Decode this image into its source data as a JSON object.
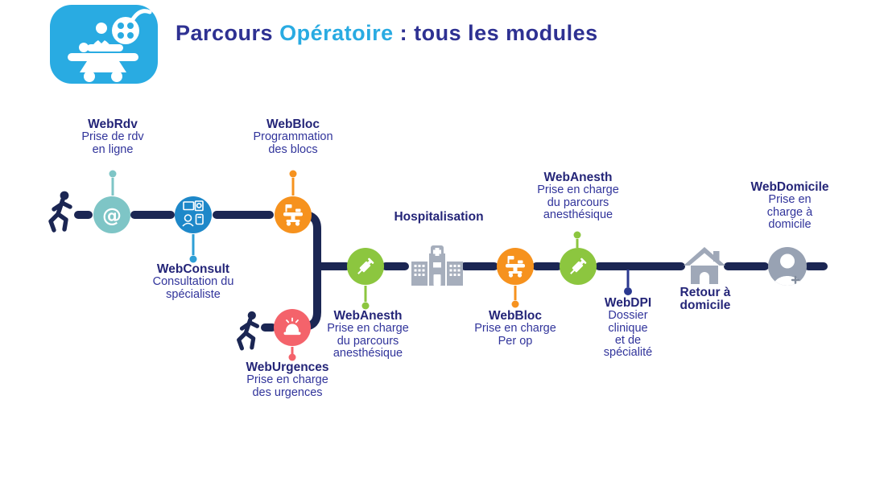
{
  "header": {
    "title": {
      "part1": "Parcours",
      "part2": "Opératoire",
      "part3": ": tous les modules"
    },
    "logo_icon": "operating-table-logo",
    "logo_color": "#29ABE2"
  },
  "palette": {
    "line_navy": "#1B2653",
    "module_name_navy": "#242578",
    "description_indigo": "#31349B",
    "accent_blue": "#29ABE2",
    "gray_icon": "#A0A9B8"
  },
  "modules": {
    "webrdv": {
      "name": "WebRdv",
      "lines": [
        "Prise de rdv",
        "en ligne"
      ],
      "color": "#7EC5C6",
      "stem_color": "#7EC5C6",
      "glyph": "@",
      "icon": "at-sign-icon"
    },
    "webconsult": {
      "name": "WebConsult",
      "lines": [
        "Consultation du",
        "spécialiste"
      ],
      "color": "#1E88C9",
      "stem_color": "#2E9FD6",
      "icon": "teleconsultation-icon"
    },
    "webbloc_prog": {
      "name": "WebBloc",
      "lines": [
        "Programmation",
        "des blocs"
      ],
      "color": "#F6921E",
      "stem_color": "#F6921E",
      "icon": "operating-table-icon"
    },
    "weburgences": {
      "name": "WebUrgences",
      "lines": [
        "Prise en charge",
        "des urgences"
      ],
      "color": "#F4636B",
      "stem_color": "#F4636B",
      "icon": "siren-icon"
    },
    "webanesth_pre": {
      "name": "WebAnesth",
      "lines": [
        "Prise en charge",
        "du parcours",
        "anesthésique"
      ],
      "color": "#8CC63F",
      "stem_color": "#8CC63F",
      "icon": "syringe-icon"
    },
    "hospitalisation": {
      "name": "Hospitalisation",
      "color": "#A0A9B8",
      "icon": "hospital-icon"
    },
    "webbloc_perop": {
      "name": "WebBloc",
      "lines": [
        "Prise en charge",
        "Per op"
      ],
      "color": "#F6921E",
      "stem_color": "#F6921E",
      "icon": "operating-table-icon"
    },
    "webanesth_post": {
      "name": "WebAnesth",
      "lines": [
        "Prise en charge",
        "du parcours",
        "anesthésique"
      ],
      "color": "#8CC63F",
      "stem_color": "#8CC63F",
      "icon": "syringe-icon"
    },
    "webdpi": {
      "name": "WebDPI",
      "lines": [
        "Dossier",
        "clinique",
        "et de",
        "spécialité"
      ],
      "stem_color": "#2B3990"
    },
    "retour_domicile": {
      "name": "Retour à",
      "name_line2": "domicile",
      "color": "#9FA8B8",
      "icon": "house-icon"
    },
    "webdomicile": {
      "name": "WebDomicile",
      "lines": [
        "Prise en",
        "charge à",
        "domicile"
      ],
      "color": "#98A2B3",
      "icon": "caregiver-icon"
    }
  }
}
